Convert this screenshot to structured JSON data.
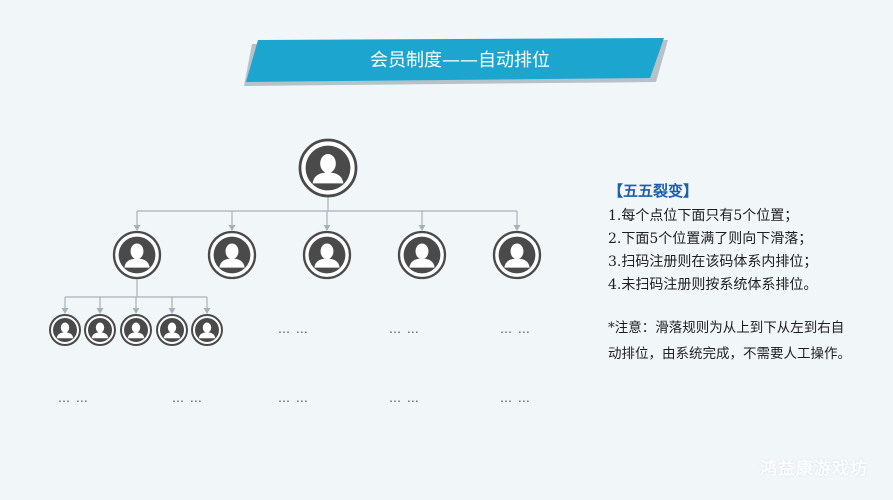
{
  "header": {
    "title": "会员制度——自动排位"
  },
  "colors": {
    "banner": "#1ca5cf",
    "banner_shadow": "#b6c1c8",
    "avatar": "#4a4a4a",
    "avatar_ring": "#4a4a4a",
    "connector": "#a9b1b8",
    "panel_title": "#1a5fa8"
  },
  "tree": {
    "root": {
      "icon": "person-avatar-icon"
    },
    "level1_count": 5,
    "level2_count": 5,
    "row2_ellipsis": [
      "… …",
      "… …",
      "… …"
    ],
    "row3_ellipsis": [
      "… …",
      "… …",
      "… …",
      "… …",
      "… …"
    ]
  },
  "panel": {
    "title": "【五五裂变】",
    "rules": [
      "1.每个点位下面只有5个位置；",
      "2.下面5个位置满了则向下滑落；",
      "3.扫码注册则在该码体系内排位；",
      "4.未扫码注册则按系统体系排位。"
    ],
    "note": "*注意：滑落规则为从上到下从左到右自动排位，由系统完成，不需要人工操作。"
  },
  "watermark": "鸿益康游戏坊"
}
